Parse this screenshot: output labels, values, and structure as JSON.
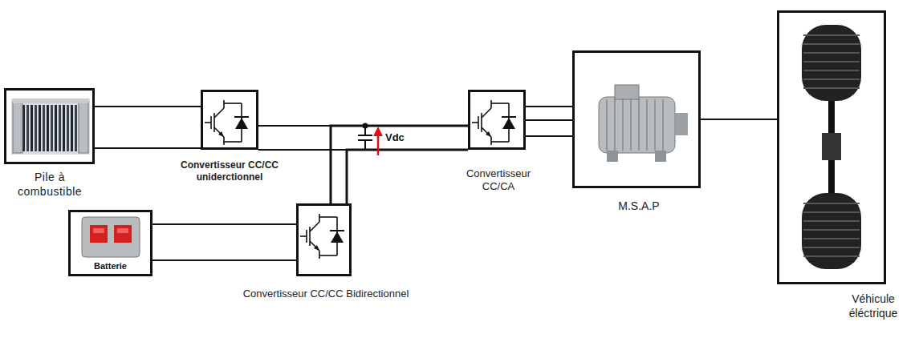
{
  "diagram": {
    "nodes": [
      {
        "text": [
          "Pile à combustible"
        ]
      },
      {
        "text": [
          "Convertisseur CC/CC uniderctionnel"
        ]
      },
      {
        "text": [
          "Convertisseur CC/CA"
        ]
      },
      {
        "text": [
          "M.S.A.P"
        ]
      },
      {
        "text": [
          "Véhicule éléctrique"
        ]
      },
      {
        "text": [
          "Batterie"
        ]
      },
      {
        "text": [
          "Convertisseur CC/CC Bidirectionnel"
        ]
      }
    ],
    "edges": [
      {
        "from": 0,
        "to": 1,
        "arrow": "none"
      },
      {
        "from": 1,
        "to": 2,
        "arrow": "none"
      },
      {
        "from": 5,
        "to": 6,
        "arrow": "none"
      },
      {
        "from": 6,
        "to": 2,
        "arrow": "none"
      },
      {
        "from": 2,
        "to": 3,
        "arrow": "none"
      },
      {
        "from": 3,
        "to": 4,
        "arrow": "none"
      }
    ],
    "labels": [
      "Vdc"
    ]
  }
}
